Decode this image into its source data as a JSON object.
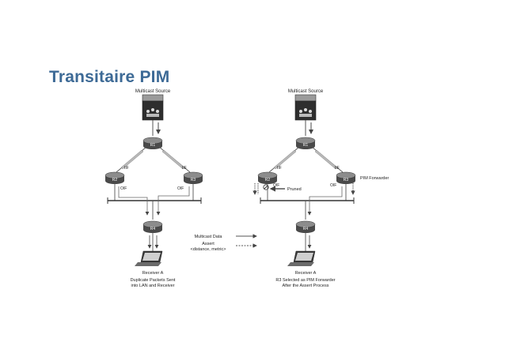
{
  "slide": {
    "title": "Transitaire PIM"
  },
  "colors": {
    "title": "#3d6a96",
    "router_body": "#4a4a4a",
    "router_top": "#8c8c8c",
    "line": "#555555",
    "arrow_fill": "#b8b8b8"
  },
  "left": {
    "source_label": "Multicast Source",
    "r1": "R1",
    "r2": "R2",
    "r3": "R3",
    "r4": "R4",
    "iif_r2": "IIF",
    "iif_r3": "IIF",
    "oif_r2": "OIF",
    "oif_r3": "OIF",
    "receiver_label": "Receiver A",
    "caption_line1": "Duplicate Packets Sent",
    "caption_line2": "into LAN and Receiver"
  },
  "legend": {
    "data_label": "Multicast Data",
    "assert_label": "Assert",
    "assert_metric": "<distance, metric>"
  },
  "right": {
    "source_label": "Multicast Source",
    "r1": "R1",
    "r2": "R2",
    "r3": "R3",
    "r4": "R4",
    "iif_r2": "IIF",
    "iif_r3": "IIF",
    "oif_r2": "OIF",
    "oif_r3": "OIF",
    "pruned_label": "Pruned",
    "forwarder_label": "PIM Forwarder",
    "receiver_label": "Receiver A",
    "caption_line1": "R3 Selected as PIM Forwarder",
    "caption_line2": "After the Assert Process"
  }
}
